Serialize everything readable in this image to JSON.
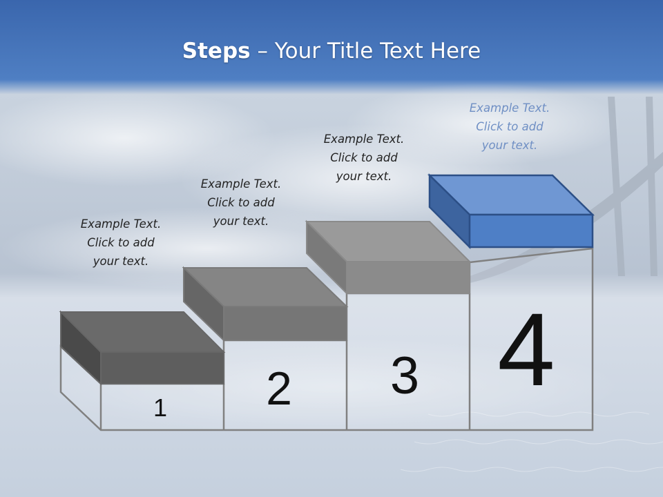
{
  "title": {
    "bold": "Steps",
    "rest": " – Your Title Text Here"
  },
  "steps": [
    {
      "number": "1",
      "caption": "Example Text.\nClick  to add\nyour text."
    },
    {
      "number": "2",
      "caption": "Example Text.\nClick  to add\nyour text."
    },
    {
      "number": "3",
      "caption": "Example Text.\nClick  to add\nyour text."
    },
    {
      "number": "4",
      "caption": "Example Text.\nClick  to add\nyour text."
    }
  ],
  "colors": {
    "sky_top": "#3f6fb5",
    "block_dark": "#5a5a5a",
    "block_mid": "#707070",
    "block_light": "#8a8a8a",
    "block_blue": "#4e7fc6",
    "caption_highlight": "#6f8fc4"
  }
}
